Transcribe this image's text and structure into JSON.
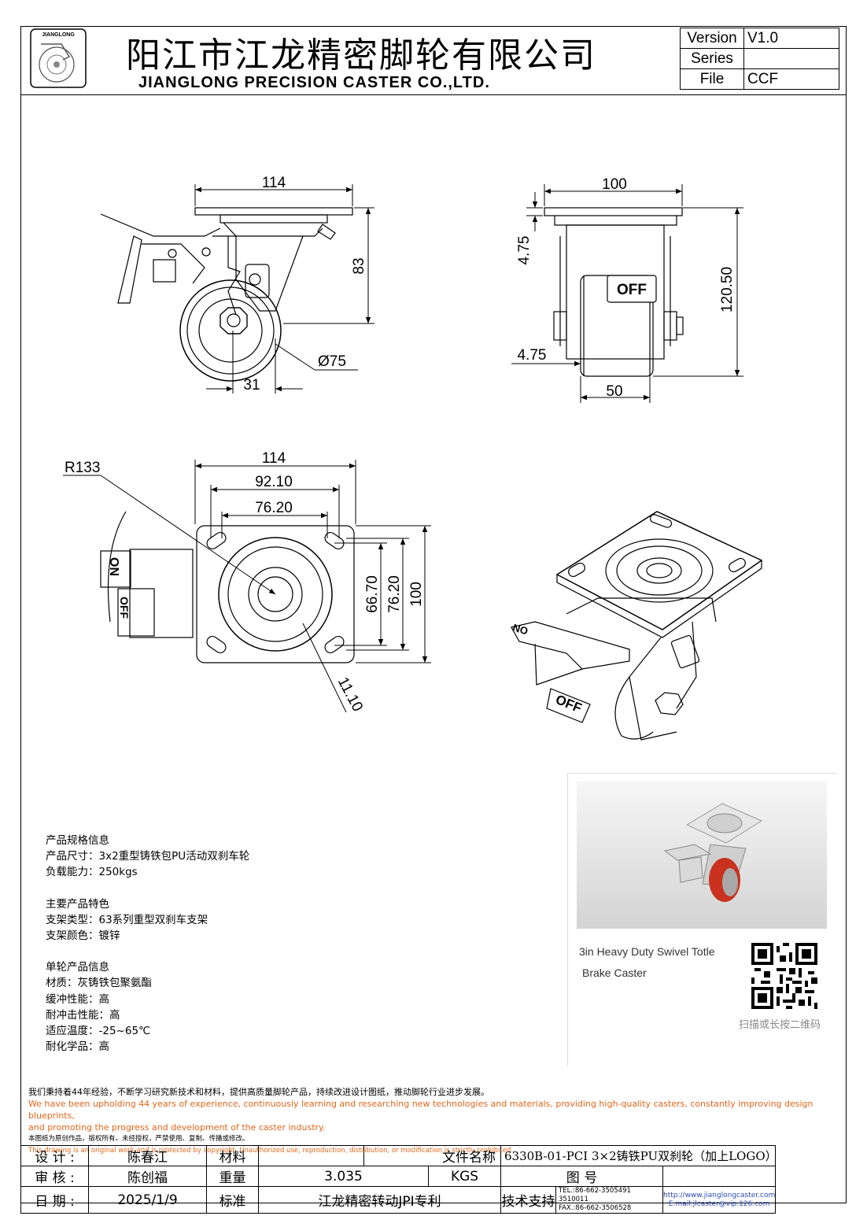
{
  "header": {
    "logo_text": "JIANGLONG",
    "company_cn": "阳江市江龙精密脚轮有限公司",
    "company_en": "JIANGLONG PRECISION CASTER CO.,LTD.",
    "meta": [
      {
        "key": "Version",
        "value": "V1.0"
      },
      {
        "key": "Series",
        "value": ""
      },
      {
        "key": "File",
        "value": "CCF"
      }
    ]
  },
  "drawing": {
    "side": {
      "width": "114",
      "height": "83",
      "wheel_dia": "Ø75",
      "offset": "31"
    },
    "front": {
      "width": "100",
      "top_gap": "4.75",
      "height": "120.50",
      "bottom_gap": "4.75",
      "wheel_width": "50",
      "brake_label": "OFF"
    },
    "top": {
      "radius": "R133",
      "plate_w": "114",
      "hole_w1": "92.10",
      "hole_w2": "76.20",
      "hole_h1": "66.70",
      "hole_h2": "76.20",
      "plate_h": "100",
      "slot": "11.10",
      "on_label": "ON",
      "off_label": "OFF"
    },
    "iso": {
      "on_label": "ON",
      "off_label": "OFF"
    }
  },
  "specs": {
    "groups": [
      [
        "产品规格信息",
        "产品尺寸：3x2重型铸铁包PU活动双刹车轮",
        "负载能力：250kgs"
      ],
      [
        "主要产品特色",
        "支架类型：63系列重型双刹车支架",
        "支架颜色：镀锌"
      ],
      [
        "单轮产品信息",
        "材质：灰铸铁包聚氨酯",
        "缓冲性能：高",
        "耐冲击性能：高",
        "适应温度：-25~65℃",
        "耐化学品：高"
      ]
    ]
  },
  "card": {
    "caption_line1": "3in Heavy Duty Swivel Totle",
    "caption_line2": "Brake Caster",
    "qr_caption": "扫描或长按二维码"
  },
  "mission": {
    "cn": "我们秉持着44年经验，不断学习研究新技术和材料，提供高质量脚轮产品，持续改进设计图纸，推动脚轮行业进步发展。",
    "en1": "We have been upholding 44 years of experience, continuously learning and researching new technologies and materials, providing high-quality casters, constantly improving design blueprints,",
    "en2": "and promoting the progress and development of the caster industry.",
    "copy_cn": "本图纸为原创作品，版权所有。未经授权，严禁使用、复制、传播或修改。",
    "copy_en": "This drawing is an original work and is protected by copyright. Unauthorized use, reproduction, distribution, or modification is strictly prohibited."
  },
  "title_block": {
    "design_label": "设 计 :",
    "designer": "陈春江",
    "material_label": "材料",
    "material": "",
    "filename_label": "文件名称",
    "filename": "6330B-01-PCI 3×2铸铁PU双刹轮（加上LOGO）",
    "review_label": "审 核 :",
    "reviewer": "陈创福",
    "weight_label": "重量",
    "weight": "3.035",
    "unit": "KGS",
    "drawing_no_label": "图    号",
    "drawing_no": "",
    "date_label": "日 期 :",
    "date": "2025/1/9",
    "standard_label": "标准",
    "standard": "江龙精密转动JPI专利",
    "support_label": "技术支持",
    "tel": "TEL.:86-662-3505491 3510011",
    "fax": "FAX.:86-662-3506528",
    "web": "http://www.jianglongcaster.com",
    "email": "E.mail:jlcaster@vip.126.com"
  }
}
